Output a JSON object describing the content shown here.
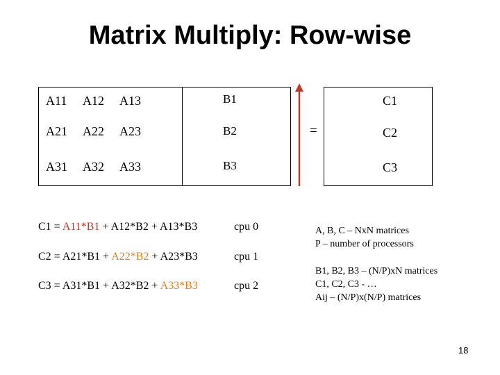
{
  "title": "Matrix Multiply: Row-wise",
  "matrix_a": {
    "rows": [
      [
        "A11",
        "A12",
        "A13"
      ],
      [
        "A21",
        "A22",
        "A23"
      ],
      [
        "A31",
        "A32",
        "A33"
      ]
    ]
  },
  "matrix_b": {
    "rows": [
      "B1",
      "B2",
      "B3"
    ]
  },
  "equals_sign": "=",
  "matrix_c": {
    "rows": [
      "C1",
      "C2",
      "C3"
    ]
  },
  "formulas": [
    {
      "lhs": "C1 = ",
      "terms": [
        {
          "text": "A11*B1",
          "color": "#c0392b"
        },
        {
          "text": " + ",
          "color": "#000000"
        },
        {
          "text": "A12*B2",
          "color": "#000000"
        },
        {
          "text": " + ",
          "color": "#000000"
        },
        {
          "text": "A13*B3",
          "color": "#000000"
        }
      ],
      "cpu": "cpu 0"
    },
    {
      "lhs": "C2 = ",
      "terms": [
        {
          "text": "A21*B1",
          "color": "#000000"
        },
        {
          "text": " + ",
          "color": "#000000"
        },
        {
          "text": "A22*B2",
          "color": "#e87e1a"
        },
        {
          "text": " + ",
          "color": "#000000"
        },
        {
          "text": "A23*B3",
          "color": "#000000"
        }
      ],
      "cpu": "cpu 1"
    },
    {
      "lhs": "C3 = ",
      "terms": [
        {
          "text": "A31*B1",
          "color": "#000000"
        },
        {
          "text": " + ",
          "color": "#000000"
        },
        {
          "text": "A32*B2",
          "color": "#000000"
        },
        {
          "text": " + ",
          "color": "#000000"
        },
        {
          "text": "A33*B3",
          "color": "#e87e1a"
        }
      ],
      "cpu": "cpu 2"
    }
  ],
  "notes": {
    "line1": "A, B, C – NxN matrices",
    "line2": "P – number of processors",
    "line3": "B1, B2, B3 – (N/P)xN matrices",
    "line4": "C1, C2, C3 - …",
    "line5": "Aij – (N/P)x(N/P) matrices"
  },
  "arrow_color": "#c0392b",
  "page_number": "18"
}
